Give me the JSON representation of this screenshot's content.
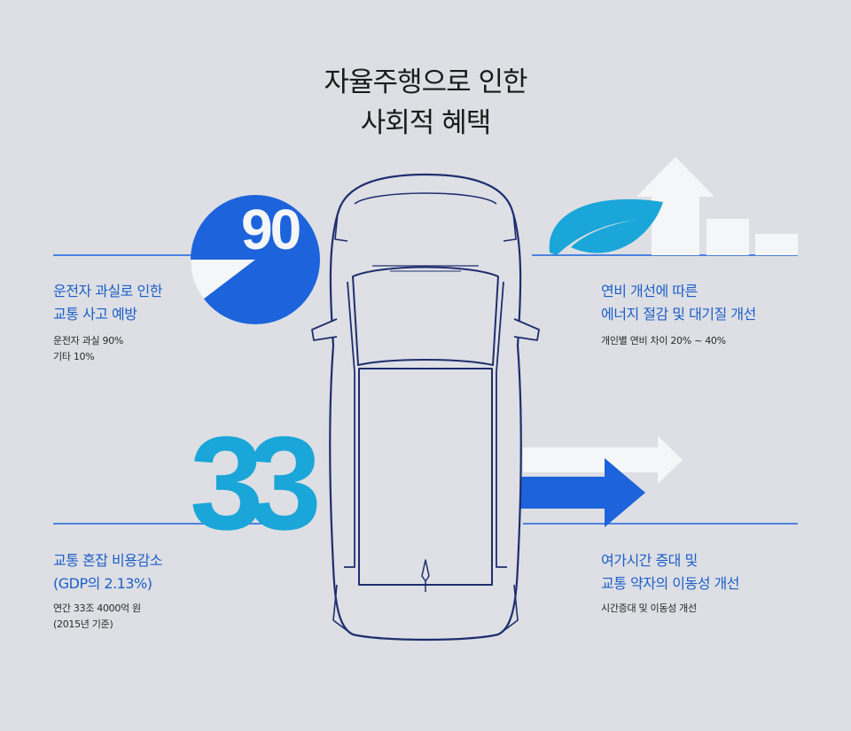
{
  "title": {
    "line1": "자율주행으로 인한",
    "line2": "사회적 혜택"
  },
  "colors": {
    "background": "#dddfe4",
    "primary_blue": "#1d63db",
    "cyan": "#1aa6d8",
    "light": "#f5f6f8",
    "car_outline": "#1f2e6e",
    "title_text": "#1b1b1b"
  },
  "accident": {
    "figure": "90",
    "heading1": "운전자 과실로 인한",
    "heading2": "교통 사고 예방",
    "detail1": "운전자 과실 90%",
    "detail2": "기타 10%",
    "driver_fault_fraction": 0.9
  },
  "congestion": {
    "figure": "33",
    "heading1": "교통 혼잡 비용감소",
    "heading2": "(GDP의 2.13%)",
    "detail1": "연간 33조 4000억 원",
    "detail2": "(2015년 기준)"
  },
  "energy": {
    "heading1": "연비 개선에 따른",
    "heading2": "에너지 절감 및 대기질 개선",
    "detail1": "개인별 연비 차이 20% ~ 40%",
    "icons": [
      "leaf-icon",
      "arrow-up-icon"
    ]
  },
  "mobility": {
    "heading1": "여가시간 증대 및",
    "heading2": "교통 약자의 이동성 개선",
    "detail1": "시간증대 및 이동성 개선",
    "icons": [
      "arrow-right-icon"
    ]
  }
}
